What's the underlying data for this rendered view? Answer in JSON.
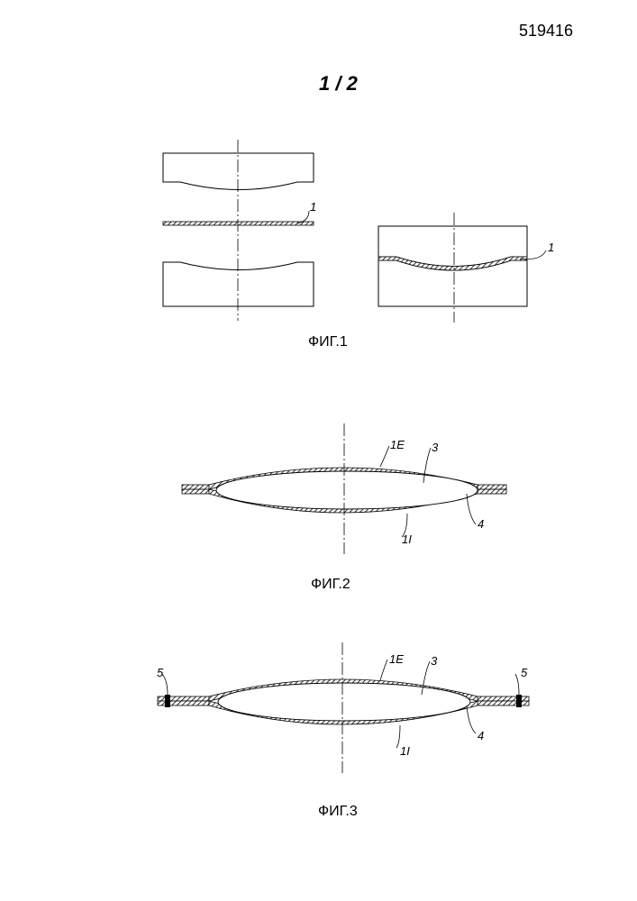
{
  "document_number": "519416",
  "sheet_number": "1 / 2",
  "figures": {
    "fig1": {
      "caption": "ФИГ.1",
      "callouts": [
        "1",
        "1"
      ]
    },
    "fig2": {
      "caption": "ФИГ.2",
      "callouts": [
        "1E",
        "3",
        "4",
        "1I"
      ]
    },
    "fig3": {
      "caption": "ФИГ.3",
      "callouts": [
        "5",
        "1E",
        "3",
        "5",
        "4",
        "1I"
      ]
    }
  },
  "colors": {
    "ink": "#000000",
    "paper": "#ffffff"
  }
}
